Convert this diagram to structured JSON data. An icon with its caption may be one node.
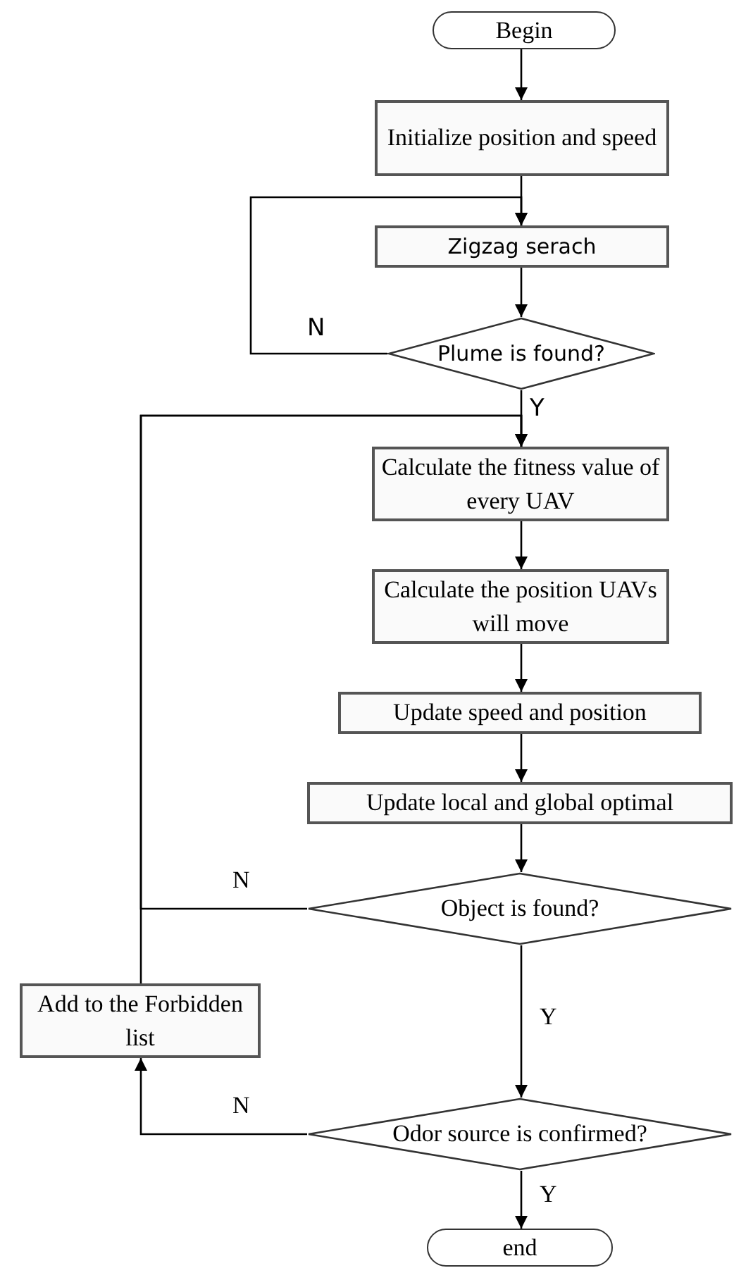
{
  "diagram": {
    "nodes": [
      {
        "text": [
          "Begin"
        ]
      },
      {
        "text": [
          "Initialize position and speed"
        ]
      },
      {
        "text": [
          "Zigzag serach"
        ]
      },
      {
        "text": [
          "Plume is found?"
        ]
      },
      {
        "text": [
          "Calculate the fitness value of every UAV"
        ]
      },
      {
        "text": [
          "Calculate the position UAVs will move"
        ]
      },
      {
        "text": [
          "Update speed and position"
        ]
      },
      {
        "text": [
          "Update local and global optimal"
        ]
      },
      {
        "text": [
          "Object is found?"
        ]
      },
      {
        "text": [
          "Add to the Forbidden list"
        ]
      },
      {
        "text": [
          "Odor source is confirmed?"
        ]
      },
      {
        "text": [
          "end"
        ]
      }
    ],
    "edges": [
      {
        "from": 0,
        "to": 1,
        "arrow": "to"
      },
      {
        "from": 1,
        "to": 2,
        "arrow": "to"
      },
      {
        "from": 2,
        "to": 3,
        "arrow": "to"
      },
      {
        "from": 3,
        "to": 2,
        "arrow": "to",
        "label": "N"
      },
      {
        "from": 3,
        "to": 4,
        "arrow": "to",
        "label": "Y"
      },
      {
        "from": 4,
        "to": 5,
        "arrow": "to"
      },
      {
        "from": 5,
        "to": 6,
        "arrow": "to"
      },
      {
        "from": 6,
        "to": 7,
        "arrow": "to"
      },
      {
        "from": 7,
        "to": 8,
        "arrow": "to"
      },
      {
        "from": 8,
        "to": 4,
        "arrow": "to",
        "label": "N"
      },
      {
        "from": 9,
        "to": 4,
        "arrow": "to"
      },
      {
        "from": 8,
        "to": 10,
        "arrow": "to",
        "label": "Y"
      },
      {
        "from": 10,
        "to": 9,
        "arrow": "to",
        "label": "N"
      },
      {
        "from": 10,
        "to": 11,
        "arrow": "to",
        "label": "Y"
      }
    ]
  }
}
